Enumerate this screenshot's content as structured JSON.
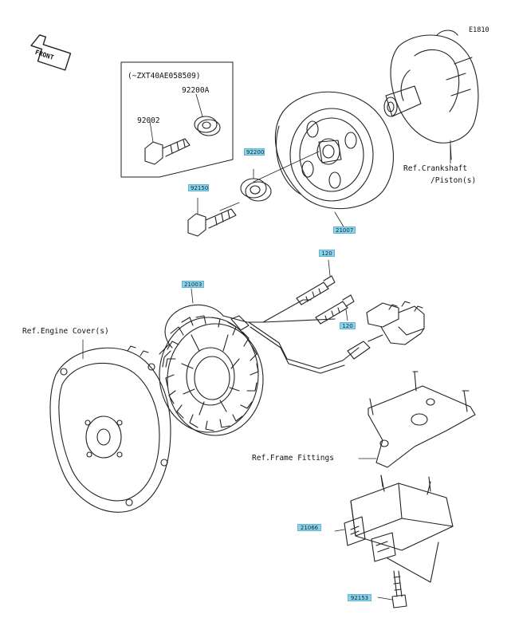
{
  "diagram_code": "E1810",
  "front_label": "FRONT",
  "notes": {
    "serial_range": "(~ZXT40AE058509)",
    "ref_crankshaft_line1": "Ref.Crankshaft",
    "ref_crankshaft_line2": "/Piston(s)",
    "ref_engine_cover": "Ref.Engine Cover(s)",
    "ref_frame_fittings": "Ref.Frame Fittings"
  },
  "plain_parts": {
    "washer_a": "92200A",
    "bolt_old": "92002"
  },
  "part_tags": {
    "washer": "92200",
    "bolt_rotor": "92150",
    "rotor": "21007",
    "bolt_stator_1": "120",
    "stator": "21003",
    "bolt_stator_2": "120",
    "regulator": "21066",
    "bolt_regulator": "92153"
  }
}
